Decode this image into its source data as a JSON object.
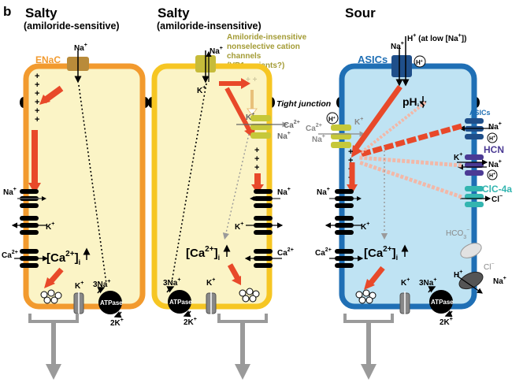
{
  "panel_letter": "b",
  "panels": {
    "salty_sensitive": {
      "title": "Salty",
      "subtitle": "(amiloride-sensitive)",
      "channel_label": "ENaC",
      "na": "Na",
      "na_left": "Na",
      "k_left": "K",
      "ca_left": "Ca",
      "ca_conc_base": "[Ca",
      "ca_conc_sup": "2+",
      "ca_conc_end": "]",
      "ca_conc_sub": "i",
      "k_pump": "K",
      "na3": "3Na",
      "atpase": "ATPase",
      "k2": "2K"
    },
    "salty_insensitive": {
      "title": "Salty",
      "subtitle": "(amiloride-insensitive)",
      "channel_label_1": "Amiloride-insensitive",
      "channel_label_2": "nonselective cation",
      "channel_label_3": "channels",
      "channel_label_4": "(VR1 variants?)",
      "na_top": "Na",
      "k_top": "K",
      "tight_junction": "Tight junction",
      "k_tj": "K",
      "ca_tj": "Ca",
      "na_tj": "Na",
      "na_right": "Na",
      "k_right": "K",
      "ca_right": "Ca",
      "ca_conc_base": "[Ca",
      "ca_conc_sup": "2+",
      "ca_conc_end": "]",
      "ca_conc_sub": "i",
      "na3": "3Na",
      "atpase": "ATPase",
      "k2": "2K",
      "k_pump": "K"
    },
    "sour": {
      "title": "Sour",
      "channel_label": "ASICs",
      "h_top": "H",
      "h_top_note": "(at low [Na",
      "h_top_note_end": "])",
      "na_top": "Na",
      "h_circle": "H",
      "ph": "pH",
      "ph_sub": "i",
      "asics_right": "ASICs",
      "na_asics": "Na",
      "h_asics": "H",
      "hcn": "HCN",
      "k_hcn": "K",
      "na_hcn": "Na",
      "h_hcn": "H",
      "clc": "ClC-4a",
      "cl": "Cl",
      "hco3": "HCO",
      "cl_exch": "Cl",
      "h_nhe": "H",
      "na_nhe": "Na",
      "ca_tj": "Ca",
      "k_tj": "K",
      "na_tj": "Na",
      "h_tj": "H",
      "na_left": "Na",
      "k_left": "K",
      "ca_left": "Ca",
      "ca_conc_base": "[Ca",
      "ca_conc_sup": "2+",
      "ca_conc_end": "]",
      "ca_conc_sub": "i",
      "k_pump": "K",
      "na3": "3Na",
      "atpase": "ATPase",
      "k2": "2K"
    }
  },
  "superscripts": {
    "plus": "+",
    "minus": "−",
    "two_plus": "2+",
    "three": "3"
  },
  "colors": {
    "enac_orange": "#f29a2e",
    "salty_cell_fill": "#fbf4c6",
    "insensitive_yellow": "#f6c623",
    "insensitive_label": "#a39b35",
    "sour_blue": "#1f6fb5",
    "sour_fill": "#bfe3f3",
    "hcn_purple": "#4b3a94",
    "clc_teal": "#33b5b0",
    "arrow_red": "#e8492a",
    "arrow_gray": "#9a9a9a"
  }
}
